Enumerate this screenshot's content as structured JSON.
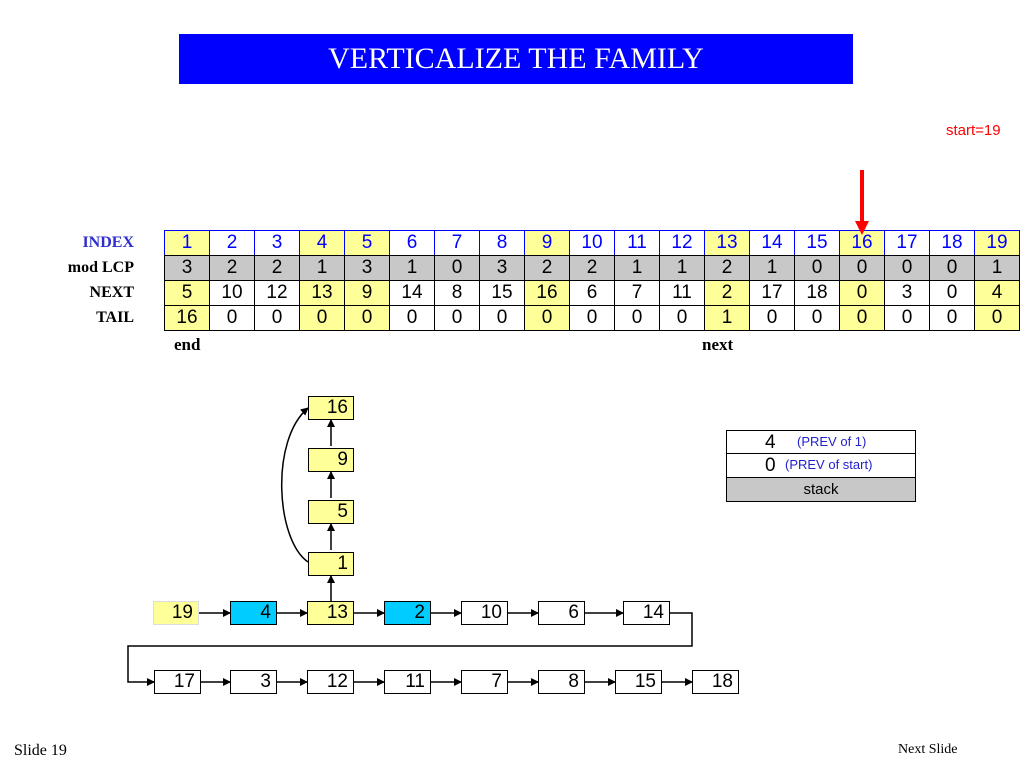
{
  "title": "VERTICALIZE THE FAMILY",
  "start_label": "start=19",
  "table": {
    "labels": {
      "index": "INDEX",
      "lcp": "mod LCP",
      "next": "NEXT",
      "tail": "TAIL"
    },
    "index": [
      "1",
      "2",
      "3",
      "4",
      "5",
      "6",
      "7",
      "8",
      "9",
      "10",
      "11",
      "12",
      "13",
      "14",
      "15",
      "16",
      "17",
      "18",
      "19"
    ],
    "lcp": [
      "3",
      "2",
      "2",
      "1",
      "3",
      "1",
      "0",
      "3",
      "2",
      "2",
      "1",
      "1",
      "2",
      "1",
      "0",
      "0",
      "0",
      "0",
      "1"
    ],
    "next": [
      "5",
      "10",
      "12",
      "13",
      "9",
      "14",
      "8",
      "15",
      "16",
      "6",
      "7",
      "11",
      "2",
      "17",
      "18",
      "0",
      "3",
      "0",
      "4"
    ],
    "tail": [
      "16",
      "0",
      "0",
      "0",
      "0",
      "0",
      "0",
      "0",
      "0",
      "0",
      "0",
      "0",
      "1",
      "0",
      "0",
      "0",
      "0",
      "0",
      "0"
    ],
    "highlighted_columns": [
      1,
      4,
      5,
      9,
      13,
      16,
      19
    ],
    "pointer_column": 16,
    "end_label": "end",
    "next_label": "next"
  },
  "chain_vertical": [
    "16",
    "9",
    "5",
    "1"
  ],
  "chain_row1": [
    {
      "value": "19",
      "style": "yellow"
    },
    {
      "value": "4",
      "style": "cyan"
    },
    {
      "value": "13",
      "style": "yellow"
    },
    {
      "value": "2",
      "style": "cyan"
    },
    {
      "value": "10",
      "style": "white"
    },
    {
      "value": "6",
      "style": "white"
    },
    {
      "value": "14",
      "style": "white"
    }
  ],
  "chain_row2": [
    "17",
    "3",
    "12",
    "11",
    "7",
    "8",
    "15",
    "18"
  ],
  "stack": {
    "rows": [
      {
        "value": "4",
        "note": "(PREV of 1)"
      },
      {
        "value": "0",
        "note": "(PREV of start)"
      }
    ],
    "label": "stack"
  },
  "footer": {
    "slide": "Slide 19",
    "next": "Next Slide"
  },
  "colors": {
    "title_bg": "#0000ff",
    "yellow": "#ffff99",
    "gray": "#c8c8c8",
    "cyan": "#00ccff",
    "index_text": "#0000ff",
    "pointer": "#ff0000",
    "stack_note": "#2222cc"
  }
}
